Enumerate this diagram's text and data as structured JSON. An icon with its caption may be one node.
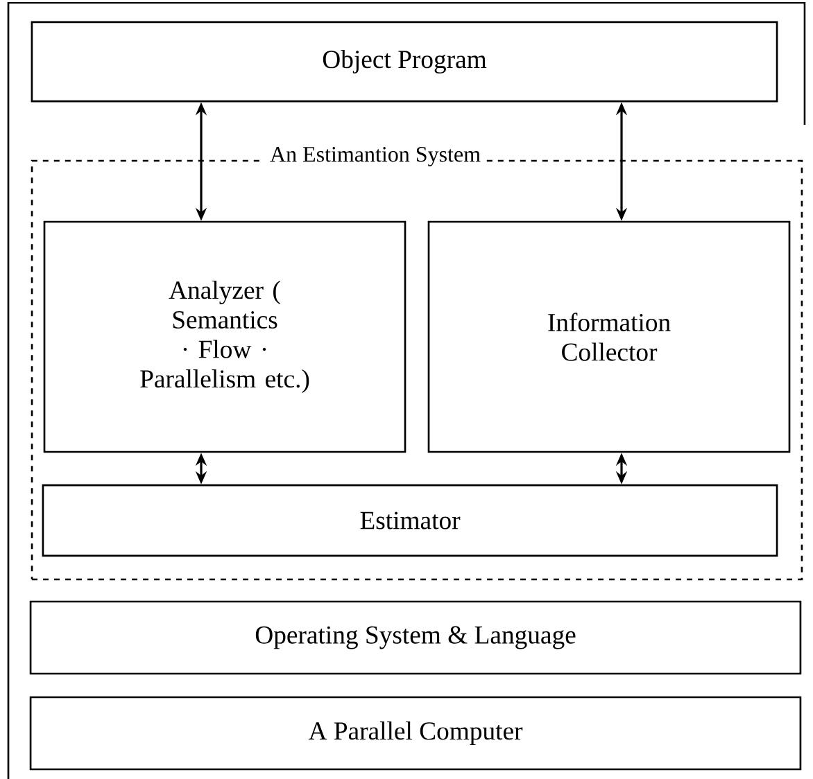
{
  "diagram": {
    "nodes": [
      {
        "text": [
          "Object Program"
        ]
      },
      {
        "text": [
          "An Estimantion System"
        ]
      },
      {
        "text": [
          "Analyzer ( Semantics · Flow · Parallelism etc.)"
        ],
        "in": 1
      },
      {
        "text": [
          "Information Collector"
        ],
        "in": 1
      },
      {
        "text": [
          "Estimator"
        ],
        "in": 1
      },
      {
        "text": [
          "Operating System & Language"
        ]
      },
      {
        "text": [
          "A Parallel Computer"
        ]
      }
    ],
    "edges": [
      {
        "from": 0,
        "to": 2,
        "arrow": "both"
      },
      {
        "from": 0,
        "to": 3,
        "arrow": "both"
      },
      {
        "from": 2,
        "to": 4,
        "arrow": "both"
      },
      {
        "from": 3,
        "to": 4,
        "arrow": "both"
      }
    ]
  }
}
